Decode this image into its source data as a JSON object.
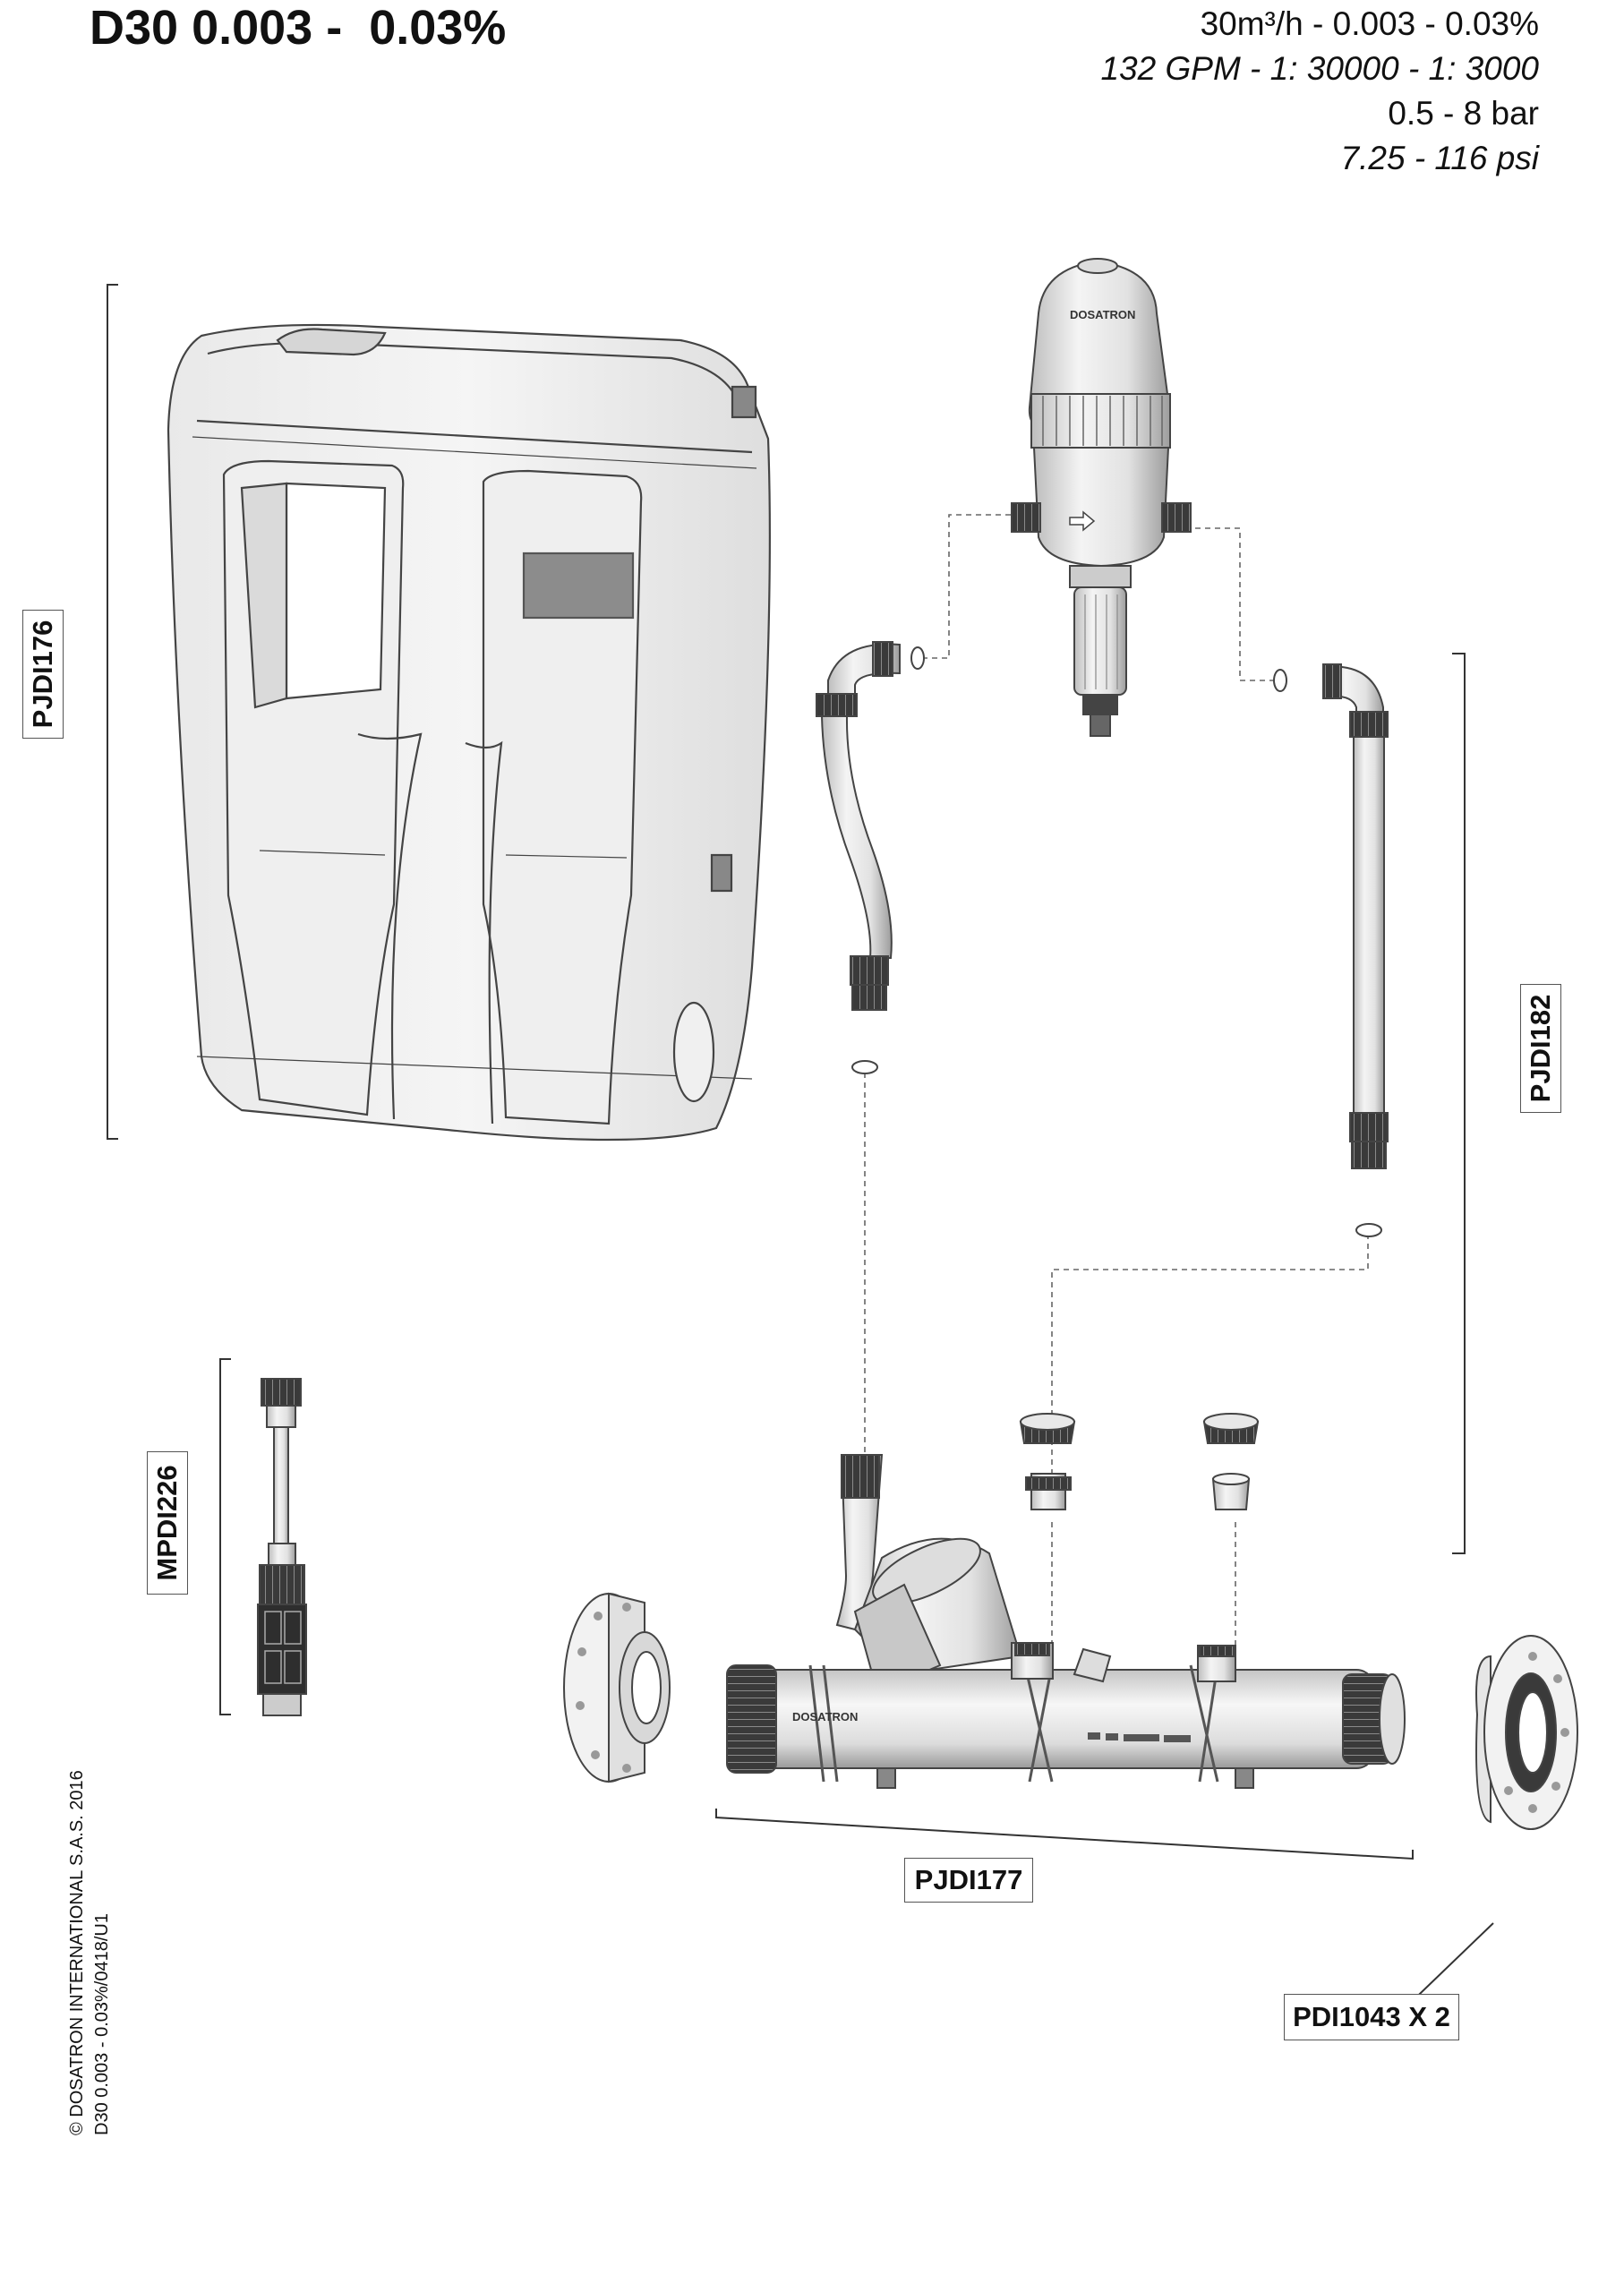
{
  "title": "D30 0.003 -  0.03%",
  "specs": {
    "flow": "30m³/h - 0.003 - 0.03%",
    "ratio": "132 GPM - 1: 30000 - 1: 3000",
    "pressure_bar": "0.5 - 8 bar",
    "pressure_psi": "7.25 - 116 psi"
  },
  "labels": {
    "cover": "PJDI176",
    "hoses": "PJDI182",
    "suction": "MPDI226",
    "body": "PJDI177",
    "flange": "PDI1043 X 2"
  },
  "branding": {
    "unit_logo": "DOSATRON",
    "body_logo": "DOSATRON"
  },
  "copyright": {
    "line1": "© DOSATRON INTERNATIONAL S.A.S. 2016",
    "line2": "D30 0.003 - 0.03%/0418/U1"
  }
}
